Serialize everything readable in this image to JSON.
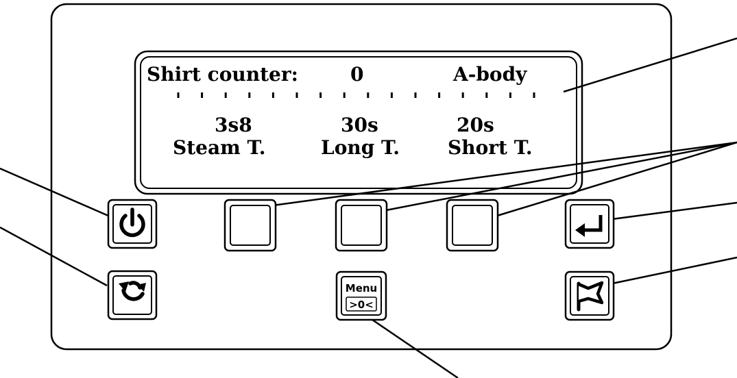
{
  "display": {
    "top_row": {
      "label": "Shirt counter:",
      "counter_value": "0",
      "body_type": "A-body"
    },
    "values": {
      "steam_time": "3s8",
      "long_time": "30s",
      "short_time": "20s"
    },
    "labels": {
      "steam": "Steam T.",
      "long": "Long T.",
      "short": "Short T."
    }
  },
  "buttons": {
    "menu_key": {
      "line1": "Menu",
      "line2": ">0<"
    }
  },
  "icons": {
    "power": "power-icon",
    "cycle": "refresh-icon",
    "enter": "enter-arrow-icon",
    "flag": "flag-icon",
    "menu": "menu-zero-icon"
  }
}
